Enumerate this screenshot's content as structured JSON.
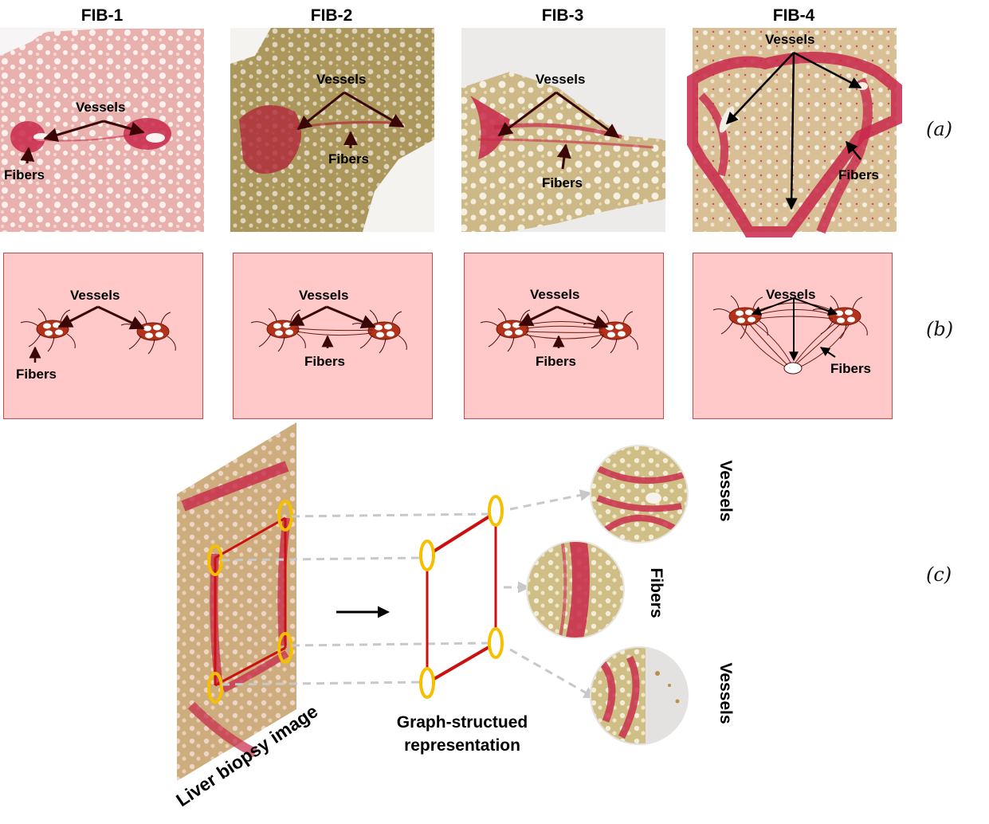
{
  "columns": [
    "FIB-1",
    "FIB-2",
    "FIB-3",
    "FIB-4"
  ],
  "row_labels": [
    "(a)",
    "(b)",
    "(c)"
  ],
  "annotations": {
    "vessels": "Vessels",
    "fibers": "Fibers"
  },
  "panel_c": {
    "biopsy_label": "Liver biopsy image",
    "graph_label_line1": "Graph-structued",
    "graph_label_line2": "representation",
    "crop_labels": [
      "Vessels",
      "Fibers",
      "Vessels"
    ]
  },
  "colors": {
    "stain_red": "#c8284a",
    "tissue_tan": "#c9b47a",
    "schematic_bg": "#ffc9c9",
    "arrow_dark": "#4a0a0a",
    "node_yellow": "#f5c000",
    "edge_red": "#cc1010",
    "dashed_gray": "#c8c8c8"
  }
}
